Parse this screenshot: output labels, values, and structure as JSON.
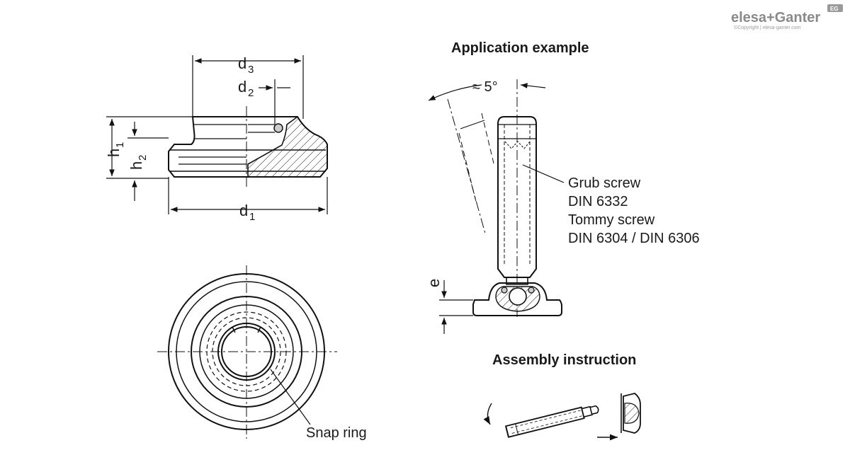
{
  "brand": {
    "logo_text": "elesa+Ganter",
    "logo_badge": "EG",
    "copyright": "©Copyright | elesa-ganter.com"
  },
  "dimensions": {
    "d3": {
      "letter": "d",
      "index": "3"
    },
    "d2": {
      "letter": "d",
      "index": "2"
    },
    "d1": {
      "letter": "d",
      "index": "1"
    },
    "h1": {
      "letter": "h",
      "index": "1"
    },
    "h2": {
      "letter": "h",
      "index": "2"
    },
    "e": {
      "letter": "e"
    }
  },
  "labels": {
    "snap_ring": "Snap ring",
    "application_heading": "Application example",
    "assembly_heading": "Assembly instruction",
    "angle": "≈ 5°",
    "grub_screw": "Grub screw",
    "grub_norm": "DIN 6332",
    "tommy_screw": "Tommy screw",
    "tommy_norm": "DIN 6304 / DIN 6306"
  }
}
